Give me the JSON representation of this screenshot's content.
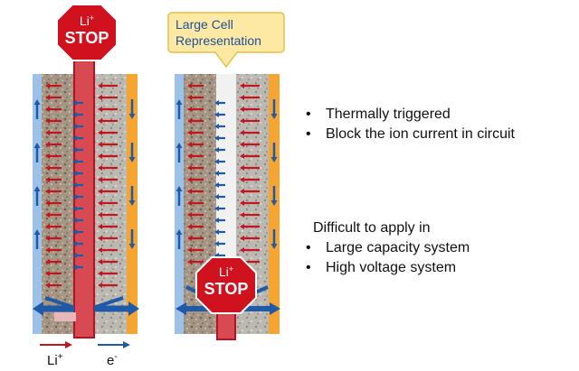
{
  "stop_sign": {
    "ion": "Li",
    "ion_charge": "+",
    "label": "STOP",
    "color": "#d0121e"
  },
  "callout": {
    "line1": "Large Cell",
    "line2": "Representation",
    "fill": "#fde9a3",
    "stroke": "#e3c04d"
  },
  "legend": {
    "li_label": "Li",
    "li_charge": "+",
    "li_color": "#c3151e",
    "e_label": "e",
    "e_charge": "-",
    "e_color": "#1e5aa8"
  },
  "features": {
    "items": [
      "Thermally triggered",
      "Block the ion current in circuit"
    ]
  },
  "limitations": {
    "heading": "Difficult to apply in",
    "items": [
      "Large capacity system",
      "High voltage system"
    ]
  },
  "colors": {
    "anode_collector": "#9cc2ea",
    "cathode_collector": "#f6a530",
    "ion_arrow": "#c3151e",
    "electron_arrow": "#1e5aa8",
    "separator_block": "#d84a52",
    "separator_light": "#f1f1f1"
  }
}
